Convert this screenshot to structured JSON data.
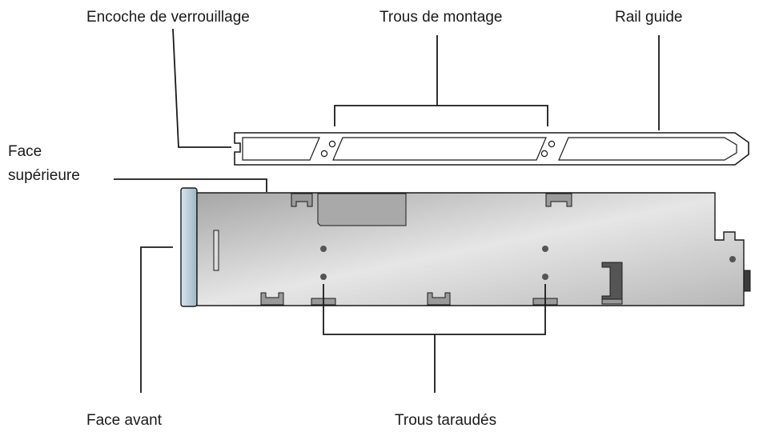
{
  "labels": {
    "locking_notch": "Encoche de verrouillage",
    "mounting_holes": "Trous de montage",
    "guide_rail": "Rail guide",
    "top_face_line1": "Face",
    "top_face_line2": "supérieure",
    "front_face": "Face avant",
    "tapped_holes": "Trous taraudés"
  },
  "colors": {
    "outline": "#1a1a1a",
    "rail_fill": "#ffffff",
    "body_light": "#e4e4e4",
    "body_dark": "#a9a9a9",
    "front_panel": "#b9ccd9",
    "hole": "#555555"
  }
}
